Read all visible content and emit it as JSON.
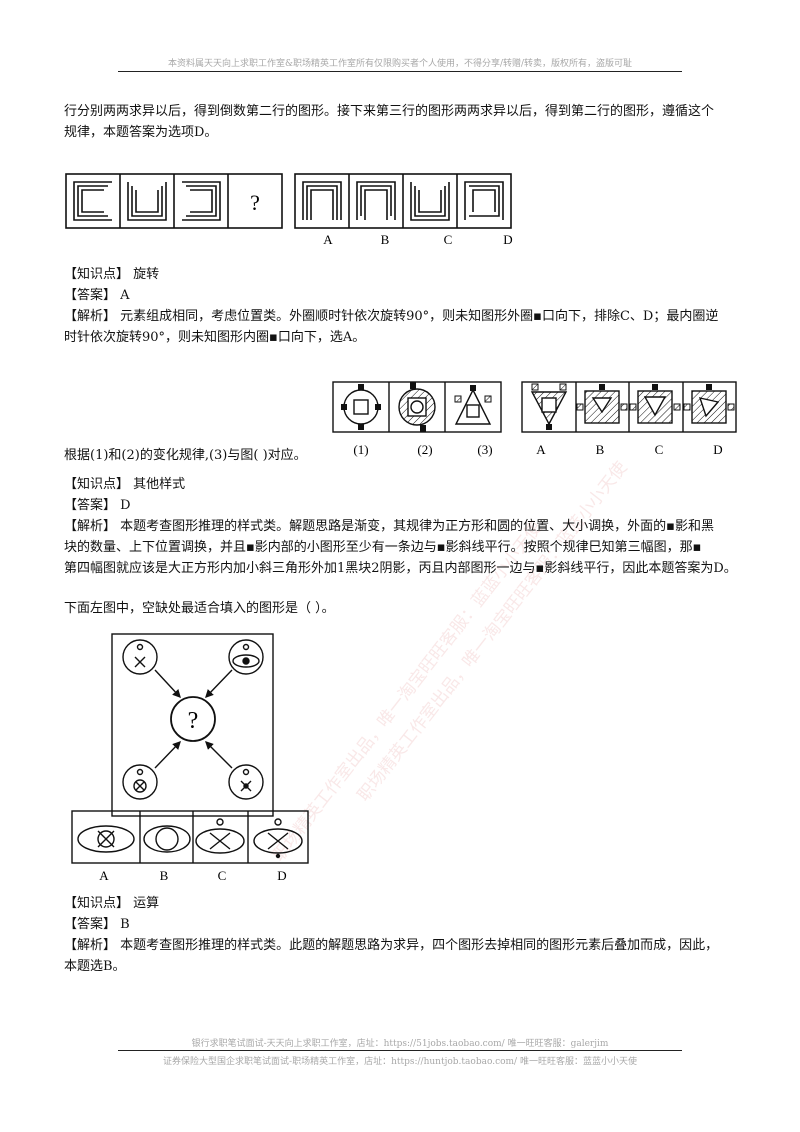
{
  "header": {
    "text": "本资料属天天向上求职工作室&职场精英工作室所有仅限购买者个人使用，不得分享/转赠/转卖，版权所有，盗版可耻"
  },
  "q1": {
    "line1": "行分别两两求异以后，得到倒数第二行的图形。接下来第三行的图形两两求异以后，得到第二行的图形，遵循这个",
    "line2": "规律，本题答案为选项D。",
    "question_mark": "?",
    "options": [
      "A",
      "B",
      "C",
      "D"
    ],
    "knowledge": "【知识点】 旋转",
    "answer": "【答案】 A",
    "analysis1": "【解析】 元素组成相同，考虑位置类。外圈顺时针依次旋转90°，则未知图形外圈▪口向下，排除C、D；最内圈逆",
    "analysis2": "时针依次旋转90°，则未知图形内圈▪口向下，选A。"
  },
  "q2": {
    "stem": "根据(1)和(2)的变化规律,(3)与图( )对应。",
    "labels": [
      "(1)",
      "(2)",
      "(3)"
    ],
    "options": [
      "A",
      "B",
      "C",
      "D"
    ],
    "knowledge": "【知识点】 其他样式",
    "answer": "【答案】 D",
    "analysis1": "【解析】 本题考查图形推理的样式类。解题思路是渐变，其规律为正方形和圆的位置、大小调换，外面的▪影和黑",
    "analysis2": "块的数量、上下位置调换，并且▪影内部的小图形至少有一条边与▪影斜线平行。按照个规律巳知第三幅图，那▪",
    "analysis3": "第四幅图就应该是大正方形内加小斜三角形外加1黑块2阴影，丙且内部图形一边与▪影斜线平行，因此本题答案为D。"
  },
  "q3": {
    "stem": "下面左图中，空缺处最适合填入的图形是（ ）。",
    "question_mark": "?",
    "options": [
      "A",
      "B",
      "C",
      "D"
    ],
    "knowledge": "【知识点】 运算",
    "answer": "【答案】 B",
    "analysis1": "【解析】 本题考查图形推理的样式类。此题的解题思路为求异，四个图形去掉相同的图形元素后叠加而成，因此，",
    "analysis2": "本题选B。"
  },
  "watermarks": [
    "职场精英工作室出品，唯一淘宝旺旺客服：蓝蓝小小天使",
    "职场精英工作室出品，唯一淘宝旺旺客服：蓝蓝小小天使"
  ],
  "footer": {
    "line1": "银行求职笔试面试-天天向上求职工作室，店址：https://51jobs.taobao.com/ 唯一旺旺客服：galerjim",
    "line2": "证券保险大型国企求职笔试面试-职场精英工作室，店址：https://huntjob.taobao.com/ 唯一旺旺客服：蓝蓝小小天使"
  }
}
